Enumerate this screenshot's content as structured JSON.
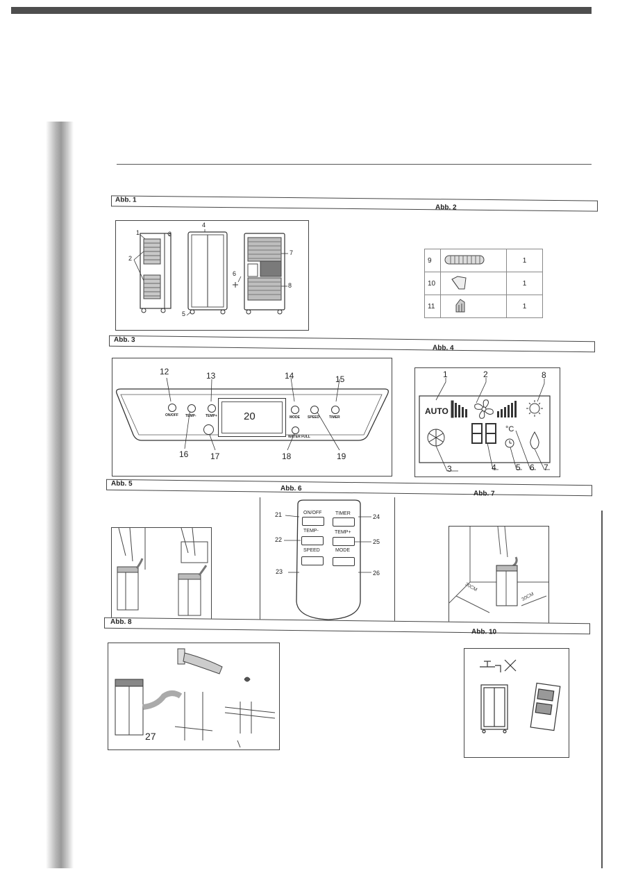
{
  "figures": {
    "abb1": "Abb. 1",
    "abb2": "Abb. 2",
    "abb3": "Abb. 3",
    "abb4": "Abb. 4",
    "abb5": "Abb. 5",
    "abb6": "Abb. 6",
    "abb7": "Abb. 7",
    "abb8": "Abb. 8",
    "abb10": "Abb. 10"
  },
  "abb1_callouts": [
    "1",
    "2",
    "3",
    "4",
    "5",
    "6",
    "7",
    "8"
  ],
  "abb2_table": [
    {
      "num": "9",
      "qty": "1"
    },
    {
      "num": "10",
      "qty": "1"
    },
    {
      "num": "11",
      "qty": "1"
    }
  ],
  "abb3_panel": {
    "callouts": [
      "12",
      "13",
      "14",
      "15",
      "16",
      "17",
      "18",
      "19"
    ],
    "display": "20",
    "button_labels": {
      "onoff": "ON/OFF",
      "temp_up": "TEMP+",
      "temp_down": "TEMP-",
      "mode": "MODE",
      "speed": "SPEED",
      "timer": "TIMER",
      "water_full": "WATER FULL"
    }
  },
  "abb4_display": {
    "auto": "AUTO",
    "unit": "°C",
    "callouts": [
      "1",
      "2",
      "3",
      "4",
      "5",
      "6",
      "7",
      "8"
    ]
  },
  "abb6_remote": {
    "buttons": [
      "ON/OFF",
      "TIMER",
      "TEMP-",
      "TEMP+",
      "SPEED",
      "MODE"
    ],
    "callouts": [
      "21",
      "22",
      "23",
      "24",
      "25",
      "26"
    ]
  },
  "abb7_marks": [
    "30CM",
    "30CM"
  ],
  "abb8_callout": "27"
}
